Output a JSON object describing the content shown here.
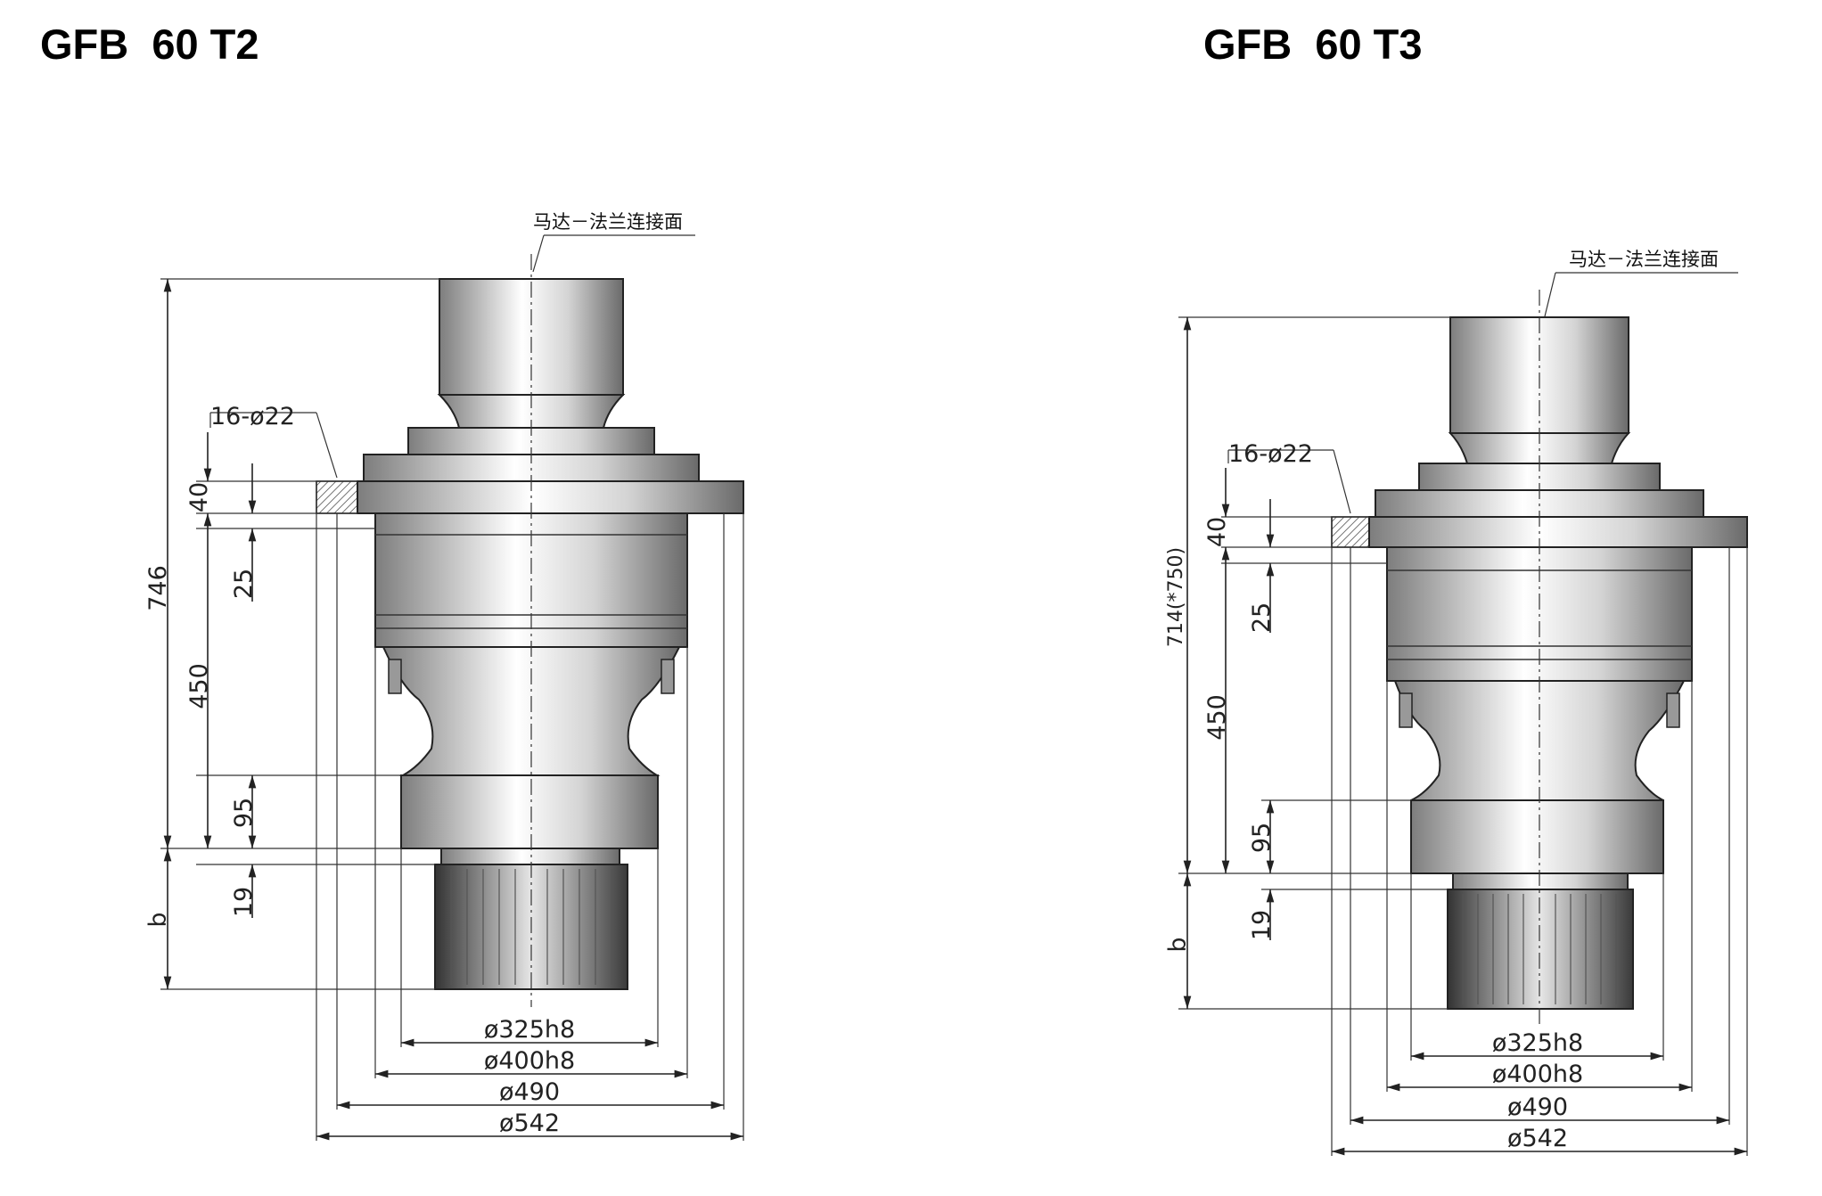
{
  "titles": {
    "left": "GFB  60 T2",
    "right": "GFB  60 T3"
  },
  "left_drawing": {
    "note": "马达－法兰连接面",
    "holes": "16-ø22",
    "overall_height": "746",
    "flange_thickness": "40",
    "spigot_height": "25",
    "body_height": "450",
    "lower_height": "95",
    "shaft_gap": "19",
    "pinion_height": "b",
    "diameters": [
      "ø325h8",
      "ø400h8",
      "ø490",
      "ø542"
    ]
  },
  "right_drawing": {
    "note": "马达－法兰连接面",
    "holes": "16-ø22",
    "overall_height": "714(*750)",
    "flange_thickness": "40",
    "spigot_height": "25",
    "body_height": "450",
    "lower_height": "95",
    "shaft_gap": "19",
    "pinion_height": "b",
    "diameters": [
      "ø325h8",
      "ø400h8",
      "ø490",
      "ø542"
    ]
  }
}
